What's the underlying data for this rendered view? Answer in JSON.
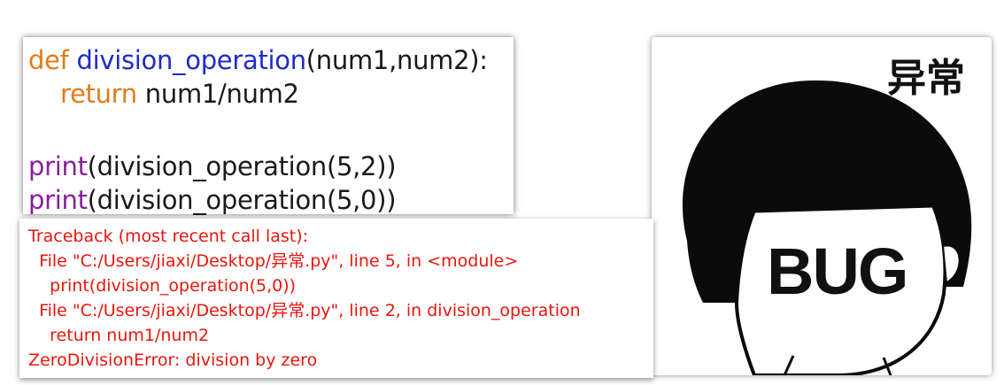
{
  "code": {
    "line1": {
      "kw": "def",
      "fn": "division_operation",
      "rest": "(num1,num2):"
    },
    "line2": {
      "kw": "return",
      "rest": "num1/num2"
    },
    "line3": {
      "fn": "print",
      "rest": "(division_operation(5,2))"
    },
    "line4": {
      "fn": "print",
      "rest": "(division_operation(5,0))"
    }
  },
  "traceback": [
    "Traceback (most recent call last):",
    "  File \"C:/Users/jiaxi/Desktop/异常.py\", line 5, in <module>",
    "    print(division_operation(5,0))",
    "  File \"C:/Users/jiaxi/Desktop/异常.py\", line 2, in division_operation",
    "    return num1/num2",
    "ZeroDivisionError: division by zero"
  ],
  "meme": {
    "title": "异常",
    "face_text": "BUG"
  },
  "colors": {
    "keyword": "#e07b1a",
    "function_name": "#1f2cc8",
    "builtin": "#8a1e9c",
    "error_text": "#e8160c"
  }
}
